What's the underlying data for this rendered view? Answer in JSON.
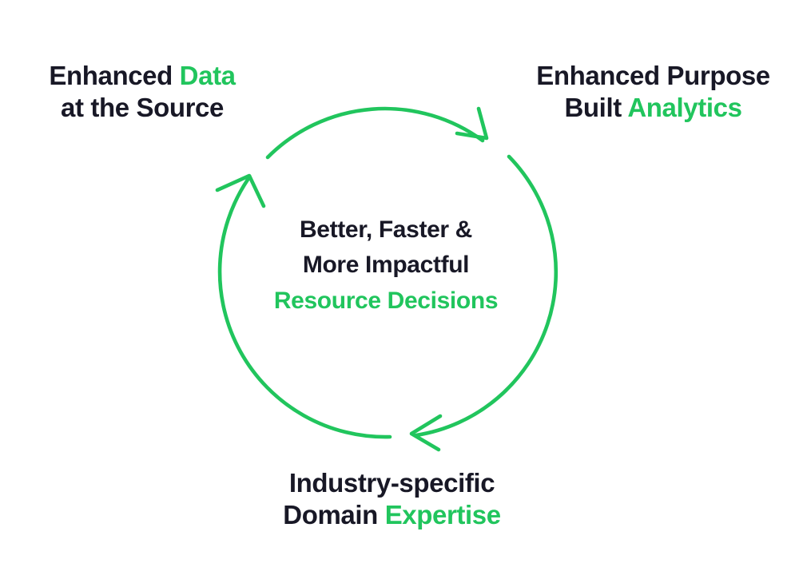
{
  "diagram": {
    "type": "cycle",
    "background_color": "#ffffff",
    "accent_color": "#21c55d",
    "text_color": "#181826",
    "nodes": [
      {
        "id": "enhanced-data",
        "position": "top-left",
        "lines": [
          {
            "plain_before": "Enhanced ",
            "highlight": "Data",
            "plain_after": ""
          },
          {
            "plain_before": "at the Source",
            "highlight": "",
            "plain_after": ""
          }
        ],
        "full_text": "Enhanced Data at the Source"
      },
      {
        "id": "enhanced-analytics",
        "position": "top-right",
        "lines": [
          {
            "plain_before": "Enhanced Purpose",
            "highlight": "",
            "plain_after": ""
          },
          {
            "plain_before": "Built ",
            "highlight": "Analytics",
            "plain_after": ""
          }
        ],
        "full_text": "Enhanced Purpose Built Analytics"
      },
      {
        "id": "domain-expertise",
        "position": "bottom",
        "lines": [
          {
            "plain_before": "Industry-specific",
            "highlight": "",
            "plain_after": ""
          },
          {
            "plain_before": "Domain ",
            "highlight": "Expertise",
            "plain_after": ""
          }
        ],
        "full_text": "Industry-specific Domain Expertise"
      }
    ],
    "center": {
      "id": "resource-decisions",
      "line1": "Better, Faster &",
      "line2": "More Impactful",
      "line3": "Resource Decisions",
      "full_text": "Better, Faster & More Impactful Resource Decisions"
    },
    "arrows": [
      {
        "id": "arrow-top",
        "from": "enhanced-data",
        "to": "enhanced-analytics",
        "direction": "clockwise"
      },
      {
        "id": "arrow-right",
        "from": "enhanced-analytics",
        "to": "domain-expertise",
        "direction": "clockwise"
      },
      {
        "id": "arrow-left",
        "from": "domain-expertise",
        "to": "enhanced-data",
        "direction": "clockwise"
      }
    ]
  }
}
